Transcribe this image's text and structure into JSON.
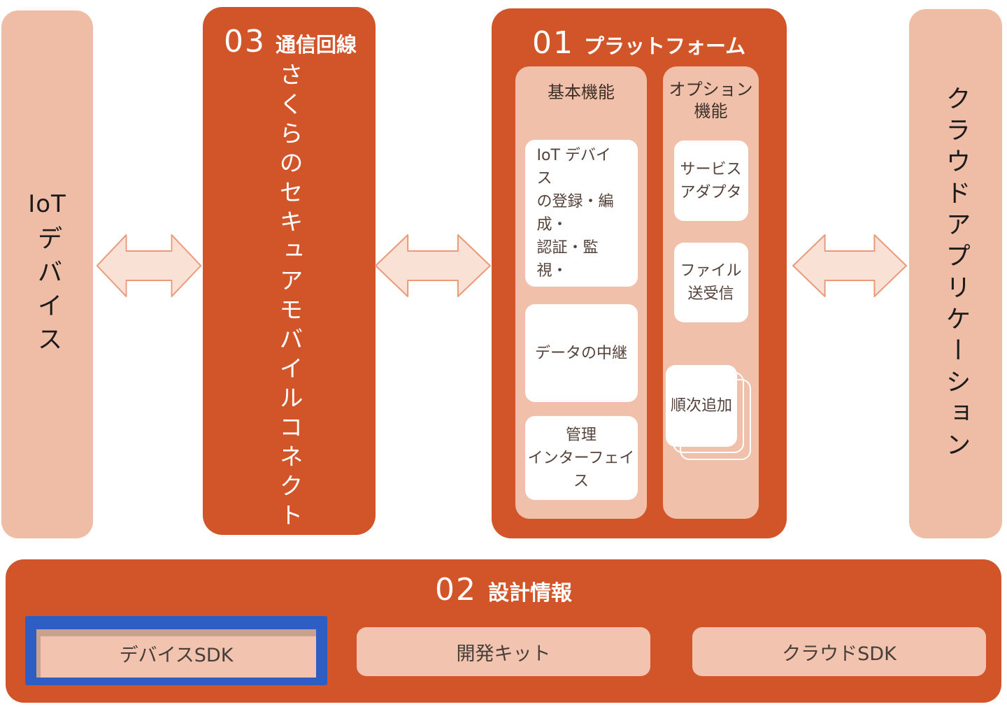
{
  "diagram": {
    "iot_device": {
      "label_latin": "IoT",
      "label_jp": "デバイス"
    },
    "comm_line": {
      "number": "03",
      "title": "通信回線",
      "body": "さくらのセキュアモバイルコネクト"
    },
    "platform": {
      "number": "01",
      "title": "プラットフォーム",
      "basic": {
        "title": "基本機能",
        "cards": [
          "IoT デバイス\nの登録・編成・\n認証・監視・",
          "データの中継",
          "管理\nインターフェイス"
        ]
      },
      "option": {
        "title": "オプション\n機能",
        "cards": [
          "サービス\nアダプタ",
          "ファイル\n送受信"
        ],
        "stacked_card": "順次追加"
      }
    },
    "cloud_app": {
      "label": "クラウドアプリケーション"
    },
    "design_info": {
      "number": "02",
      "title": "設計情報",
      "buttons": [
        "デバイスSDK",
        "開発キット",
        "クラウドSDK"
      ]
    },
    "colors": {
      "accent_orange": "#D2552A",
      "panel_pink": "#EFBCA5",
      "arrow_fill": "#F9E1D5",
      "arrow_stroke": "#E89B79",
      "highlight_blue": "#2E5EC4",
      "card_text": "#55423A"
    }
  }
}
